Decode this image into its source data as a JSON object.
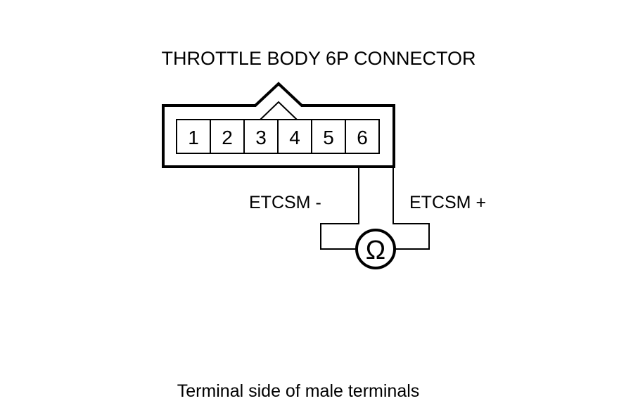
{
  "title": "THROTTLE BODY 6P CONNECTOR",
  "terminals": [
    "1",
    "2",
    "3",
    "4",
    "5",
    "6"
  ],
  "probes": {
    "negative_label": "ETCSM -",
    "positive_label": "ETCSM +"
  },
  "meter_symbol": "Ω",
  "caption": "Terminal side of male terminals",
  "colors": {
    "line": "#000000",
    "background": "#ffffff"
  }
}
